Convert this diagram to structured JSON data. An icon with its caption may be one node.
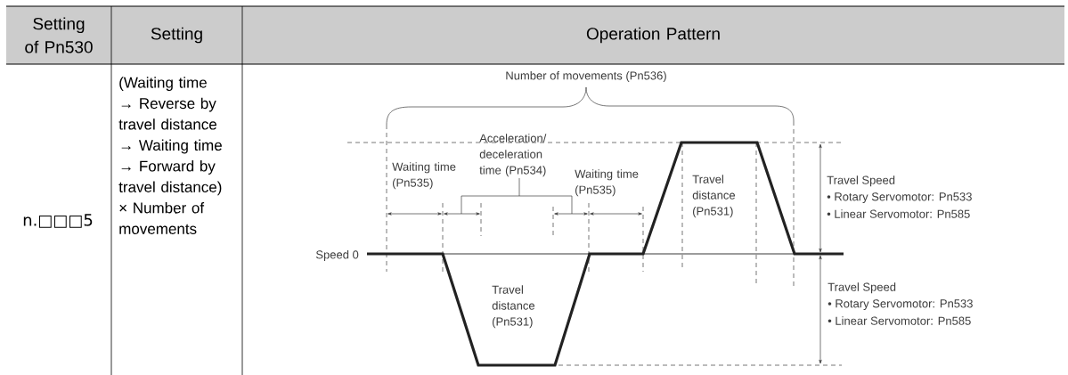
{
  "diagram": {
    "labels": [
      "Setting of Pn530",
      "Setting",
      "Operation Pattern",
      "n.□□□5",
      "(Waiting time → Reverse by travel distance → Waiting time → Forward by travel distance) × Number of movements",
      "Number of movements (Pn536)",
      "Acceleration/ deceleration time (Pn534)",
      "Waiting time (Pn535)",
      "Waiting time (Pn535)",
      "Travel distance (Pn531)",
      "Travel Speed",
      "• Rotary Servomotor: Pn533",
      "• Linear Servomotor: Pn585",
      "Speed 0",
      "Travel distance (Pn531)",
      "Travel Speed",
      "• Rotary Servomotor: Pn533",
      "• Linear Servomotor: Pn585"
    ]
  }
}
